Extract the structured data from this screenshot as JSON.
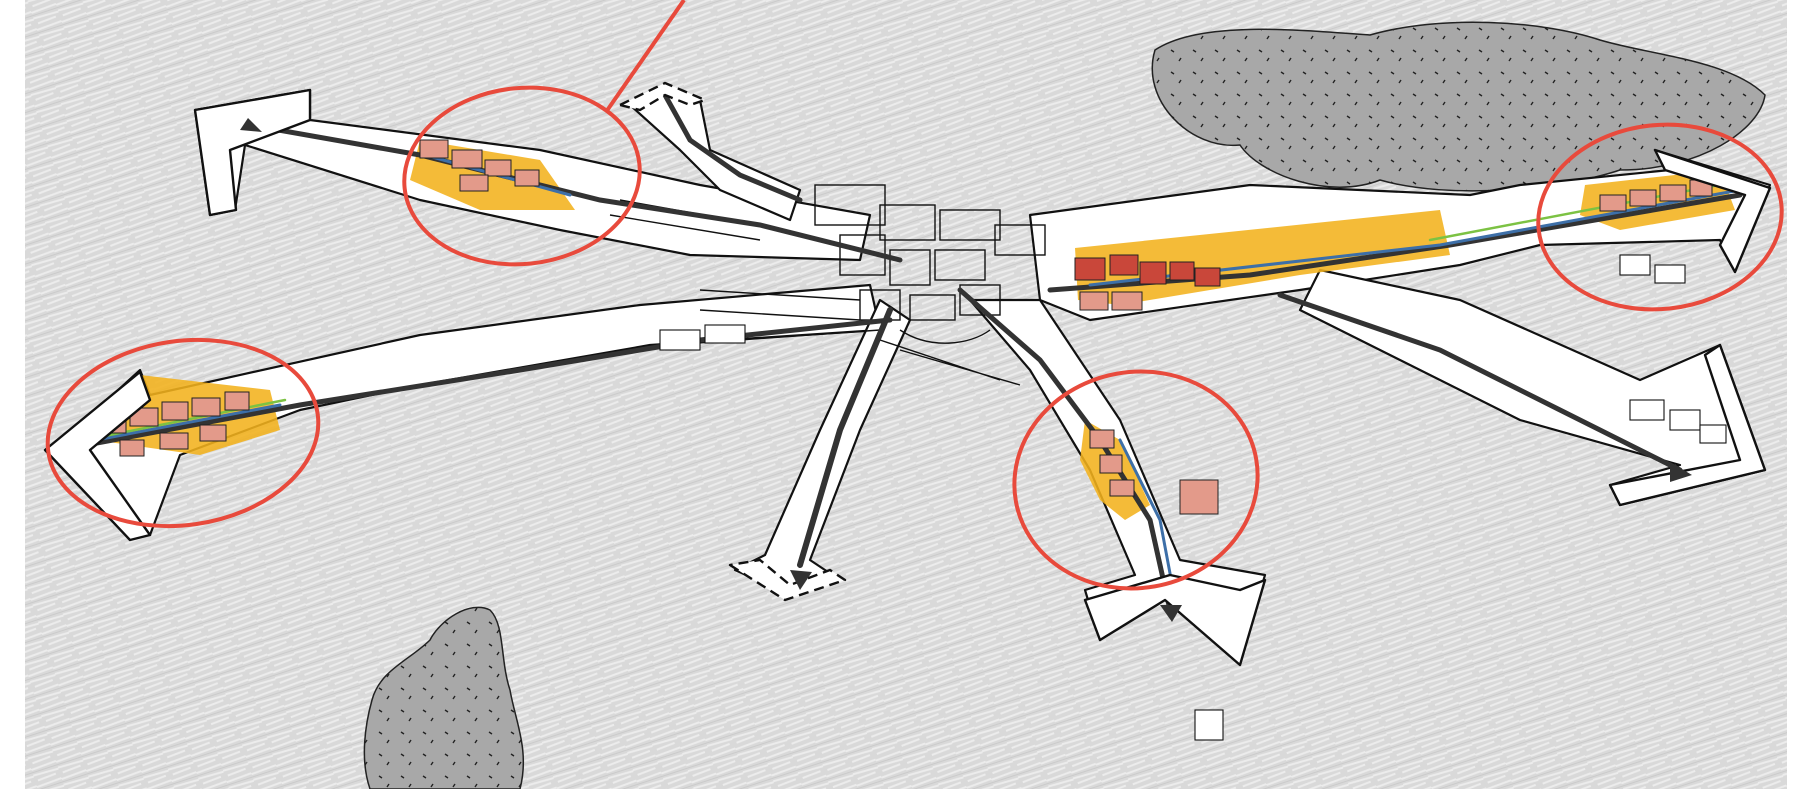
{
  "diagram": {
    "style": "hand-drawn urban corridor sketch over grey aerial photo",
    "colors": {
      "background": "#ffffff",
      "aerial": "#d7d7d7",
      "aerial_dark": "#c2c2c2",
      "ink": "#111111",
      "road": "#3a3a3a",
      "corridor_highlight": "#f2b21c",
      "buildings": "#e39a8a",
      "buildings_dark": "#c9473a",
      "transit_line": "#3d6fa8",
      "green_line": "#7cc243",
      "circle": "#e84a3c",
      "park": "#a9a9a9"
    },
    "icons": [
      "arrow-icon",
      "highlight-circle",
      "building-cluster",
      "park-blob"
    ],
    "highlighted_nodes": 4
  }
}
